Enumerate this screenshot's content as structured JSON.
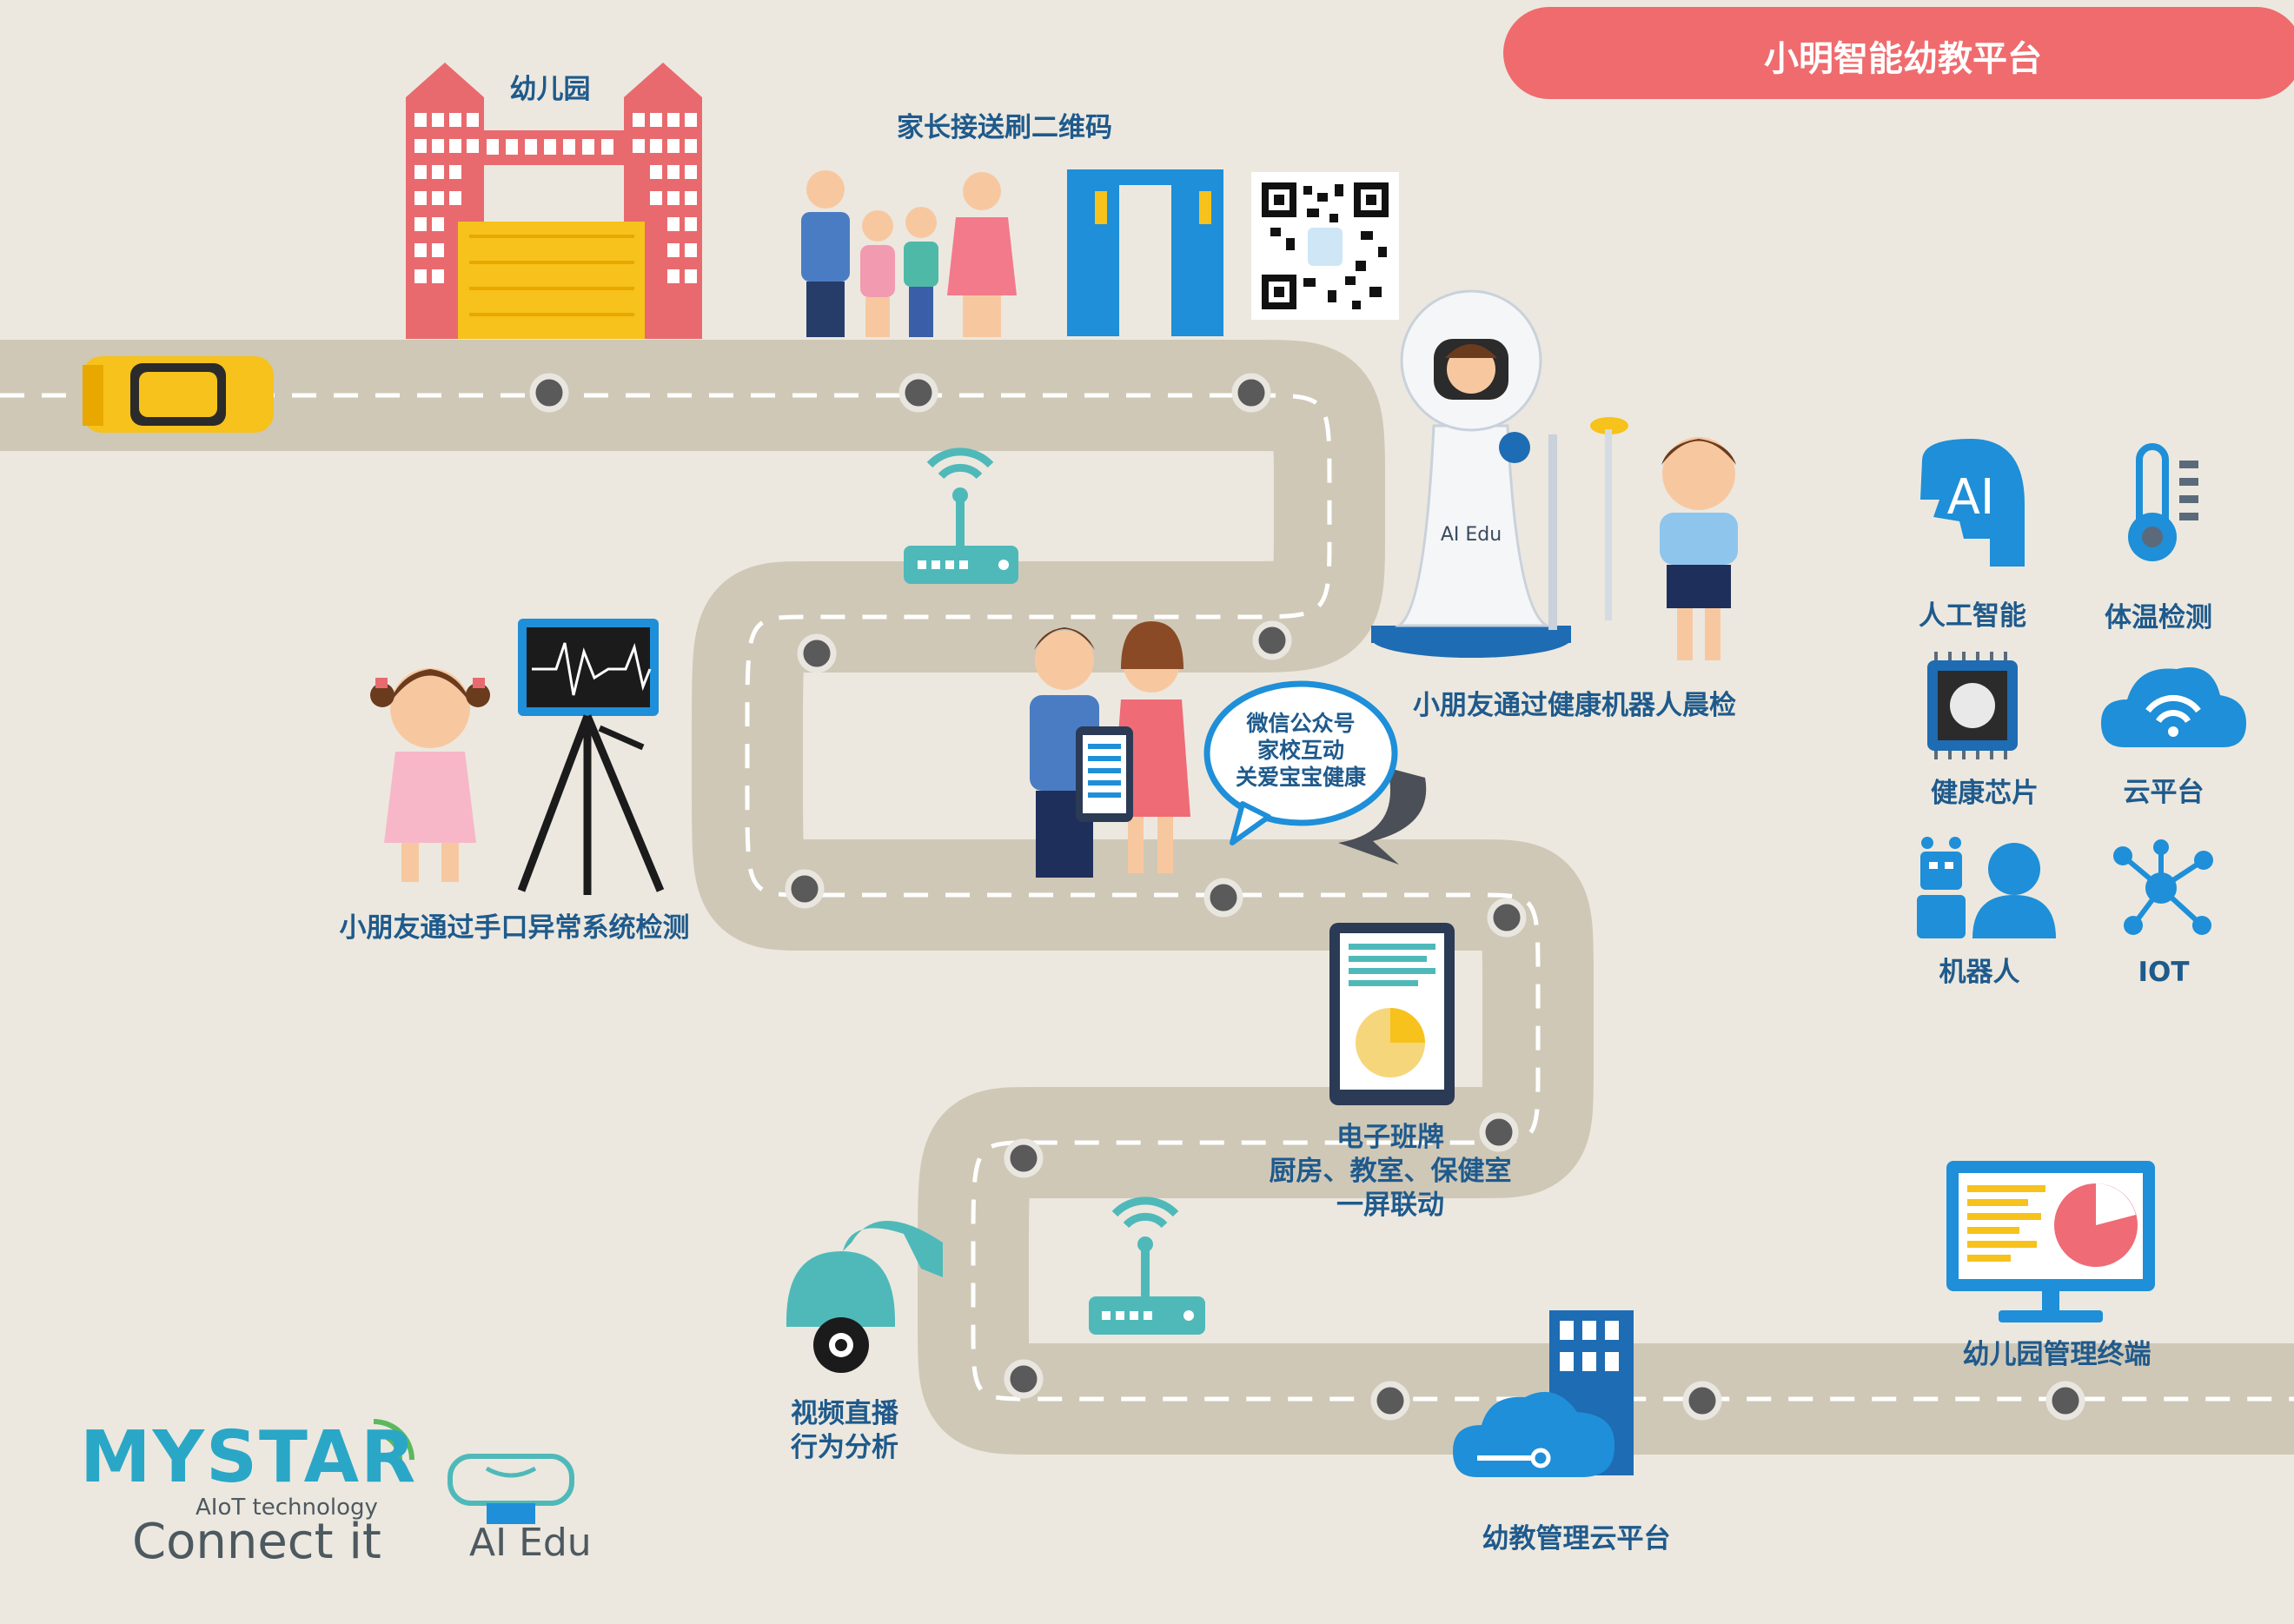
{
  "title": "小明智能幼教平台",
  "labels": {
    "kindergarten": "幼儿园",
    "qr_pickup": "家长接送刷二维码",
    "robot_checkup": "小朋友通过健康机器人晨检",
    "hfmd_check": "小朋友通过手口异常系统检测",
    "eboard_1": "电子班牌",
    "eboard_2": "厨房、教室、保健室",
    "eboard_3": "一屏联动",
    "video_1": "视频直播",
    "video_2": "行为分析",
    "cloud_mgmt": "幼教管理云平台",
    "terminal": "幼儿园管理终端"
  },
  "bubble": [
    "微信公众号",
    "家校互动",
    "关爱宝宝健康"
  ],
  "robot_badge": "AI Edu",
  "tech": [
    {
      "key": "ai",
      "label": "人工智能",
      "icon": "ai-head-icon",
      "icon_text": "AI"
    },
    {
      "key": "temp",
      "label": "体温检测",
      "icon": "thermometer-icon"
    },
    {
      "key": "chip",
      "label": "健康芯片",
      "icon": "chip-icon"
    },
    {
      "key": "cloud",
      "label": "云平台",
      "icon": "wifi-cloud-icon"
    },
    {
      "key": "robot",
      "label": "机器人",
      "icon": "robot-person-icon"
    },
    {
      "key": "iot",
      "label": "IOT",
      "icon": "network-icon"
    }
  ],
  "brand": {
    "name": "MYSTAR",
    "tagline": "AIoT technology",
    "slogan": "Connect it",
    "product": "AI Edu"
  },
  "colors": {
    "background": "#ece8df",
    "road": "#cfc8b7",
    "banner": "#ef6b6e",
    "label": "#1f5a8c",
    "accent_blue": "#1e8fd8",
    "teal": "#4fb9b9",
    "brand_teal": "#2aa7c6",
    "brand_green": "#5cb85c"
  }
}
